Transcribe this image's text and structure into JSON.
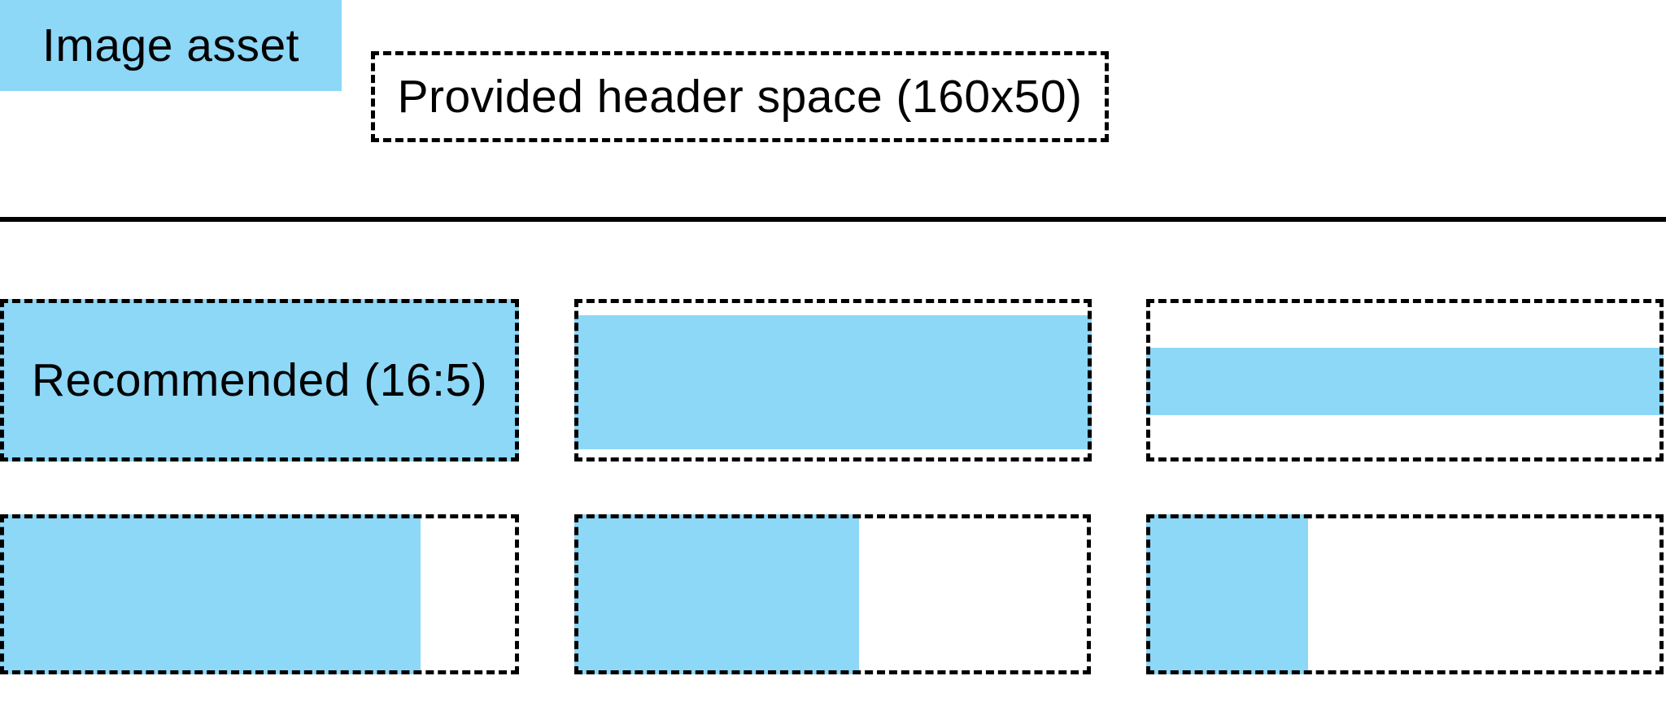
{
  "colors": {
    "asset_blue": "#8dd7f7",
    "line_black": "#000000",
    "text_black": "#000000",
    "background_white": "#ffffff"
  },
  "legend": {
    "image_asset_label": "Image asset",
    "header_space_label": "Provided header space (160x50)"
  },
  "tiles": {
    "items": [
      {
        "name": "recommended-16-5",
        "row": 1,
        "label": "Recommended (16:5)",
        "fill_width_pct": 100,
        "fill_height_pct": 100,
        "alignment": "full"
      },
      {
        "name": "wide-centered",
        "row": 1,
        "label": "",
        "fill_width_pct": 100,
        "fill_height_pct": 83,
        "alignment": "vertical-center"
      },
      {
        "name": "very-wide-centered",
        "row": 1,
        "label": "",
        "fill_width_pct": 100,
        "fill_height_pct": 42,
        "alignment": "vertical-center"
      },
      {
        "name": "tall-left",
        "row": 2,
        "label": "",
        "fill_width_pct": 81,
        "fill_height_pct": 100,
        "alignment": "left"
      },
      {
        "name": "taller-left",
        "row": 2,
        "label": "",
        "fill_width_pct": 55,
        "fill_height_pct": 100,
        "alignment": "left"
      },
      {
        "name": "tallest-left",
        "row": 2,
        "label": "",
        "fill_width_pct": 31,
        "fill_height_pct": 100,
        "alignment": "left"
      }
    ]
  }
}
